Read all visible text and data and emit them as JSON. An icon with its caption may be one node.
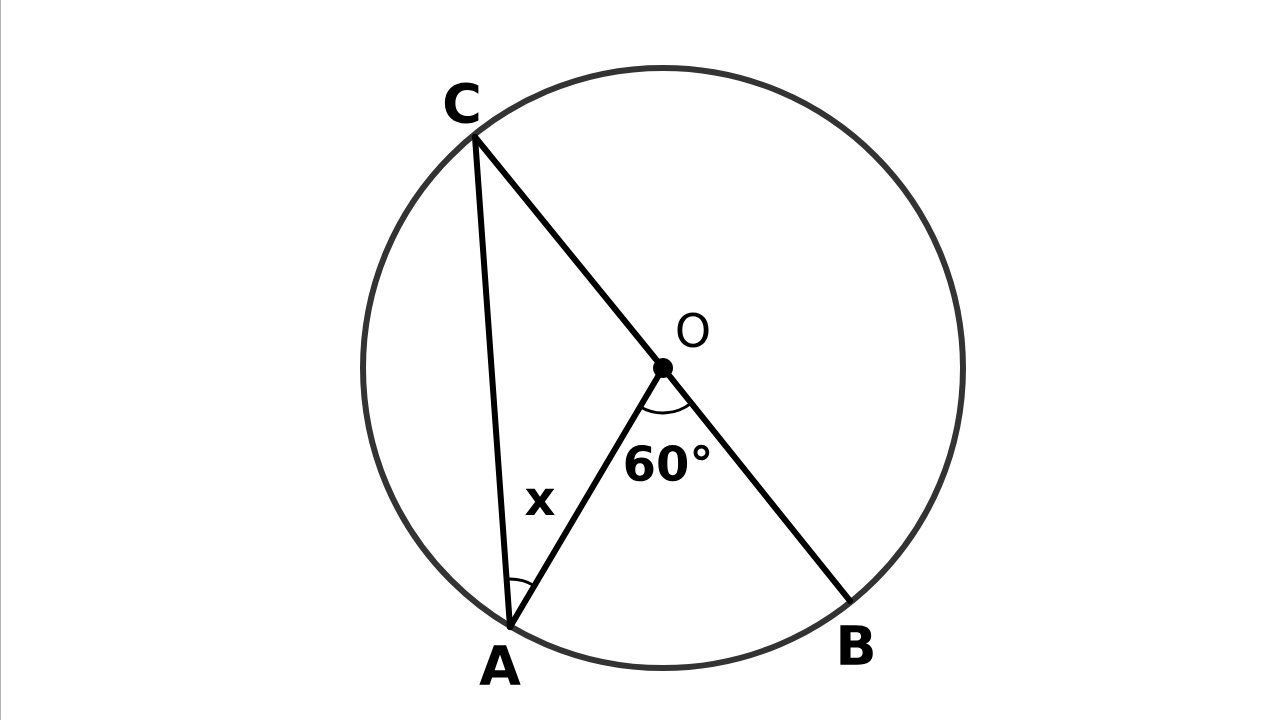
{
  "diagram": {
    "nodes": [
      {
        "text": [
          "C"
        ]
      },
      {
        "text": [
          "O"
        ]
      },
      {
        "text": [
          "A"
        ]
      },
      {
        "text": [
          "B"
        ]
      }
    ],
    "edges": [
      {
        "from": 0,
        "to": 2,
        "arrow": "none"
      },
      {
        "from": 0,
        "to": 1,
        "arrow": "none"
      },
      {
        "from": 1,
        "to": 3,
        "arrow": "none"
      },
      {
        "from": 2,
        "to": 1,
        "arrow": "none"
      }
    ],
    "labels": [
      "x",
      "60°"
    ]
  }
}
